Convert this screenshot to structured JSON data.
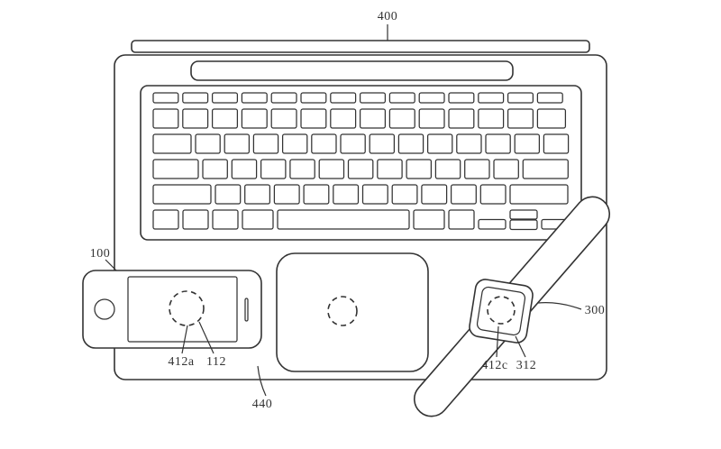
{
  "figure": {
    "labels": {
      "laptop": "400",
      "phone": "100",
      "charging_surface": "440",
      "phone_coil": "412a",
      "phone_coil_region": "112",
      "watch_coil": "412c",
      "watch_coil_region": "312",
      "watch": "300"
    },
    "colors": {
      "line": "#333333",
      "background": "#ffffff"
    }
  }
}
